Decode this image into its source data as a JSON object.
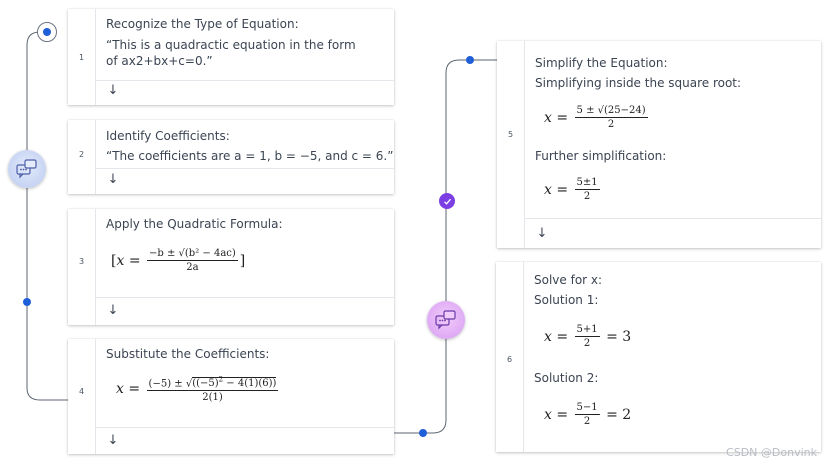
{
  "steps": [
    {
      "number": "1",
      "title": "Recognize the Type of Equation:",
      "quote_line1": "“This is a quadractic equation in the form",
      "quote_line2": "of ax2+bx+c=0.”"
    },
    {
      "number": "2",
      "title": "Identify Coefficients:",
      "quote": "“The coefficients are a = 1, b = −5, and c = 6.”"
    },
    {
      "number": "3",
      "title": "Apply the Quadratic Formula:"
    },
    {
      "number": "4",
      "title": "Substitute the Coefficients:"
    },
    {
      "number": "5",
      "title": "Simplify the Equation:",
      "subtitle": "Simplifying inside the square root:",
      "further": "Further simplification:"
    },
    {
      "number": "6",
      "title": "Solve for x:",
      "solution1": "Solution 1:",
      "solution2": "Solution 2:"
    }
  ],
  "math": {
    "eq3_num": "−b ± √(b² − 4ac)",
    "eq3_den": "2a",
    "eq4_den": "2(1)",
    "eq5a_num": "5 ± √(25−24)",
    "eq5a_den": "2",
    "eq5b_num": "5±1",
    "eq5b_den": "2",
    "eq6a_num": "5+1",
    "eq6a_den": "2",
    "eq6a_res": "= 3",
    "eq6b_num": "5−1",
    "eq6b_den": "2",
    "eq6b_res": "= 2"
  },
  "arrow_glyph": "↓",
  "watermark": "CSDN @Donvink",
  "icons": {
    "chat": "chat-bubbles-icon",
    "check": "check-icon",
    "start": "start-node-icon"
  },
  "colors": {
    "connector": "#5d6672",
    "dot": "#1f5fd8",
    "check_node": "#7b3fe4",
    "chat_node_left": "#b9c9ef",
    "chat_node_right": "#d9a2f3"
  }
}
